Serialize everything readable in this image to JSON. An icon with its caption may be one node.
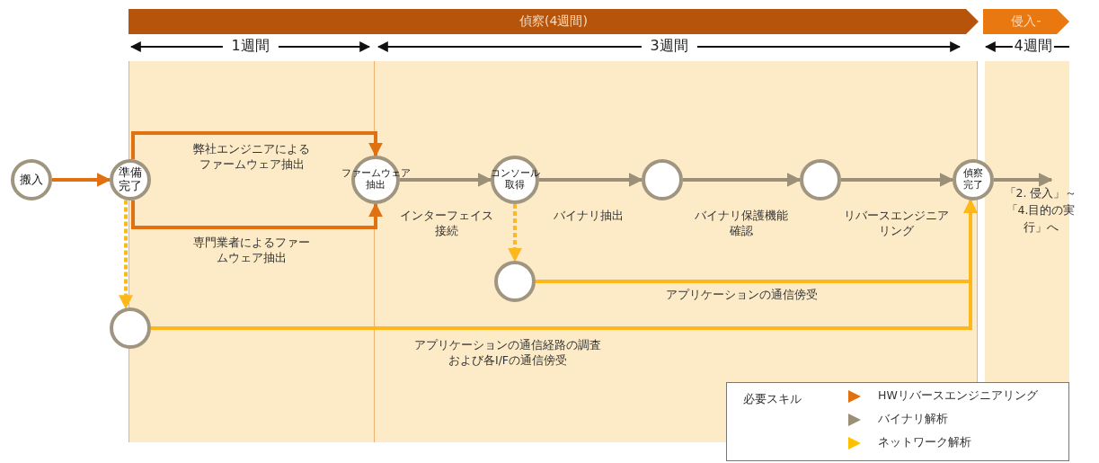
{
  "diagram": {
    "nodes": [
      {
        "text": [
          "偵察(4週間)"
        ],
        "beside": [
          "1週間",
          "3週間"
        ]
      },
      {
        "text": [
          "侵入-"
        ],
        "beside": [
          "4週間"
        ]
      },
      {
        "text": [
          "搬入"
        ]
      },
      {
        "text": [
          "準備完了"
        ]
      },
      {
        "text": [
          "ファームウェア抽出"
        ]
      },
      {
        "text": [
          "コンソール取得"
        ]
      },
      {
        "text": [],
        "shape": "circle"
      },
      {
        "text": [],
        "shape": "circle"
      },
      {
        "text": [
          "偵察完了"
        ]
      },
      {
        "text": [],
        "shape": "circle"
      },
      {
        "text": [],
        "shape": "circle"
      },
      {
        "text": [
          "「2. 侵入」～「4.目的の実行」へ"
        ]
      }
    ],
    "edges": [
      {
        "from": 2,
        "to": 3,
        "arrow": "to",
        "color": "#e07010"
      },
      {
        "from": 3,
        "to": 4,
        "arrow": "to",
        "color": "#e07010",
        "label": "弊社エンジニアによるファームウェア抽出"
      },
      {
        "from": 3,
        "to": 4,
        "arrow": "to",
        "color": "#e07010",
        "label": "専門業者によるファームウェア抽出"
      },
      {
        "from": 4,
        "to": 5,
        "arrow": "to",
        "label": "インターフェイス接続"
      },
      {
        "from": 5,
        "to": 6,
        "arrow": "to",
        "label": "バイナリ抽出"
      },
      {
        "from": 6,
        "to": 7,
        "arrow": "to",
        "label": "バイナリ保護機能確認"
      },
      {
        "from": 7,
        "to": 8,
        "arrow": "to",
        "label": "リバースエンジニアリング"
      },
      {
        "from": 8,
        "to": 11,
        "arrow": "to"
      },
      {
        "from": 5,
        "to": 9,
        "arrow": "to",
        "style": "dashed",
        "color": "#ffb81c"
      },
      {
        "from": 3,
        "to": 10,
        "arrow": "to",
        "style": "dashed",
        "color": "#ffb81c"
      },
      {
        "from": 9,
        "to": 8,
        "arrow": "to",
        "color": "#ffb81c",
        "label": "アプリケーションの通信傍受"
      },
      {
        "from": 10,
        "to": 8,
        "arrow": "to",
        "color": "#ffb81c",
        "label": "アプリケーションの通信経路の調査および各I/Fの通信傍受"
      }
    ],
    "labels": [
      "必要スキル"
    ],
    "legend": [
      {
        "text": "HWリバースエンジニアリング",
        "color": "#e07010"
      },
      {
        "text": "バイナリ解析",
        "color": "#9b8f78"
      },
      {
        "text": "ネットワーク解析",
        "color": "#ffc000"
      }
    ]
  }
}
